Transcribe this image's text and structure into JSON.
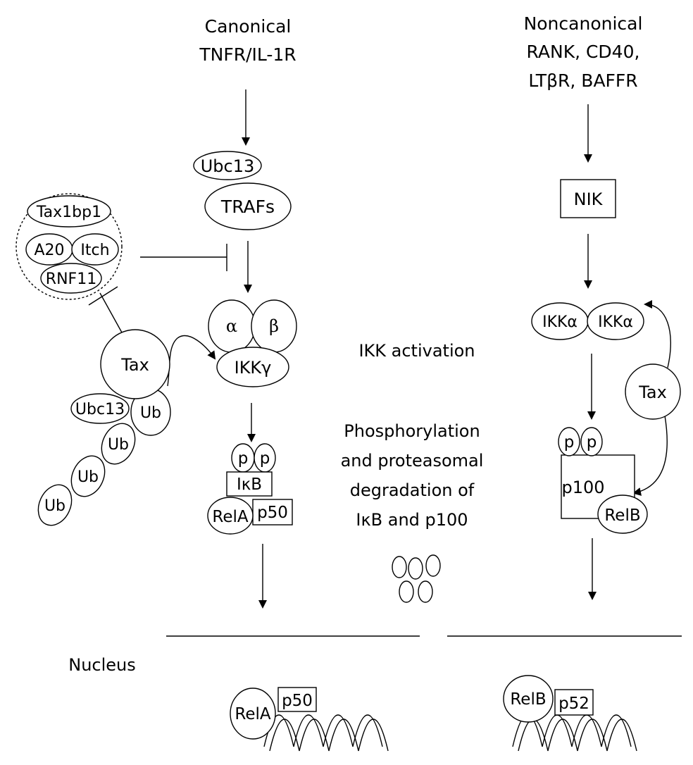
{
  "canonical": {
    "title_line1": "Canonical",
    "title_line2": "TNFR/IL-1R",
    "ubc13": "Ubc13",
    "trafs": "TRAFs",
    "alpha": "α",
    "beta": "β",
    "ikk_gamma": "IKKγ",
    "p_left": "p",
    "p_right": "p",
    "ikb": "IκB",
    "rela": "RelA",
    "p50": "p50"
  },
  "inhibitor_complex": {
    "tax1bp1": "Tax1bp1",
    "a20": "A20",
    "itch": "Itch",
    "rnf11": "RNF11"
  },
  "tax_left": {
    "tax": "Tax",
    "ubc13": "Ubc13",
    "ub_labels": [
      "Ub",
      "Ub",
      "Ub",
      "Ub"
    ]
  },
  "noncanonical": {
    "title_line1": "Noncanonical",
    "title_line2": "RANK, CD40,",
    "title_line3": "LTβR, BAFFR",
    "nik": "NIK",
    "ikk_alpha_1": "IKKα",
    "ikk_alpha_2": "IKKα",
    "tax": "Tax",
    "p_left": "p",
    "p_right": "p",
    "p100": "p100",
    "relb": "RelB"
  },
  "center": {
    "ikk_activation": "IKK activation",
    "phos_line1": "Phosphorylation",
    "phos_line2": "and proteasomal",
    "phos_line3": "degradation of",
    "phos_line4": "IκB and p100"
  },
  "nucleus": {
    "label": "Nucleus",
    "rela": "RelA",
    "p50": "p50",
    "relb": "RelB",
    "p52": "p52"
  }
}
